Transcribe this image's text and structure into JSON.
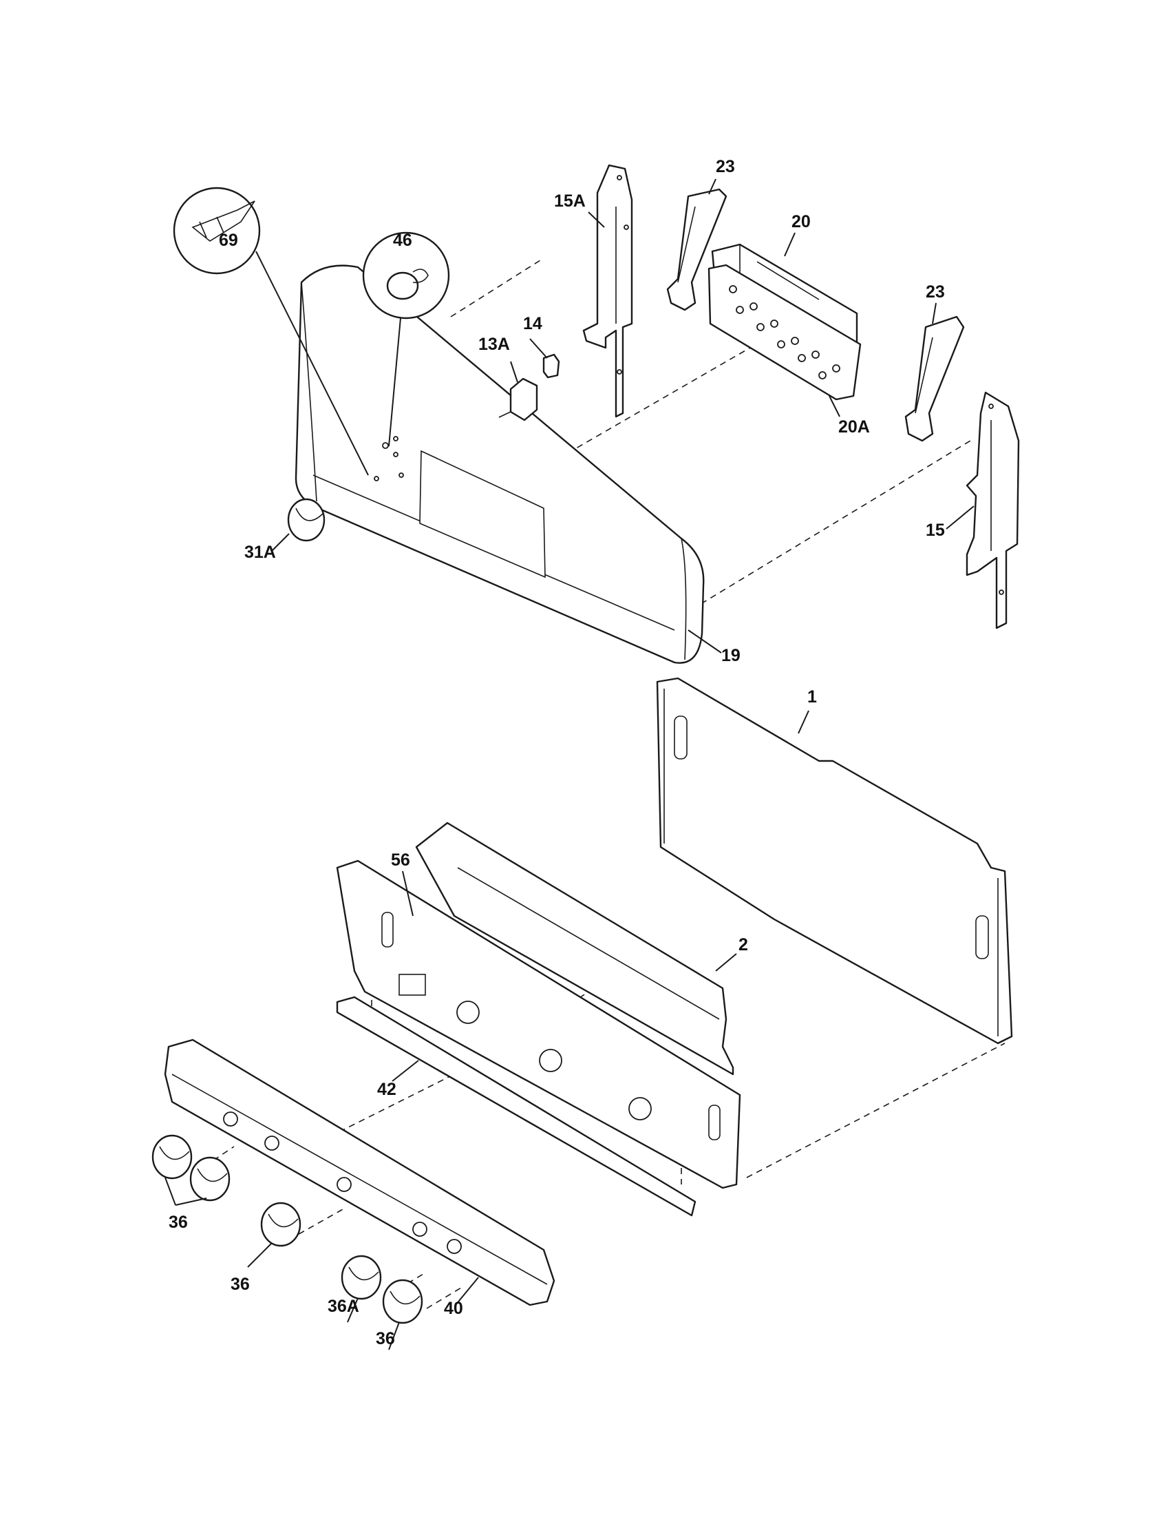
{
  "labels": {
    "l46": "46",
    "l69": "69",
    "l31A": "31A",
    "l13A": "13A",
    "l14": "14",
    "l15A": "15A",
    "l23a": "23",
    "l20": "20",
    "l20A": "20A",
    "l23b": "23",
    "l15": "15",
    "l19": "19",
    "l1": "1",
    "l56": "56",
    "l2": "2",
    "l42": "42",
    "l36a": "36",
    "l36b": "36",
    "l36A": "36A",
    "l36c": "36",
    "l40": "40"
  }
}
